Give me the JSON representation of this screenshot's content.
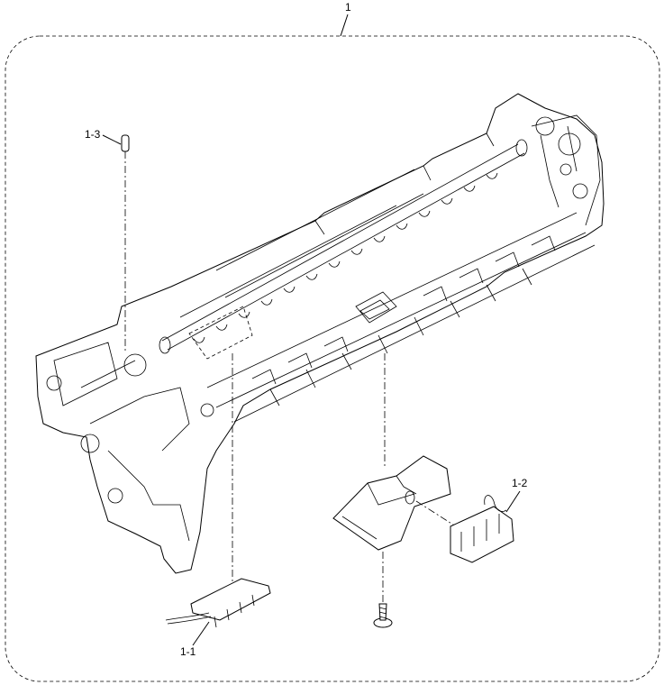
{
  "diagram": {
    "labels": {
      "assembly": "1",
      "part_1_1": "1-1",
      "part_1_2": "1-2",
      "part_1_3": "1-3"
    }
  }
}
